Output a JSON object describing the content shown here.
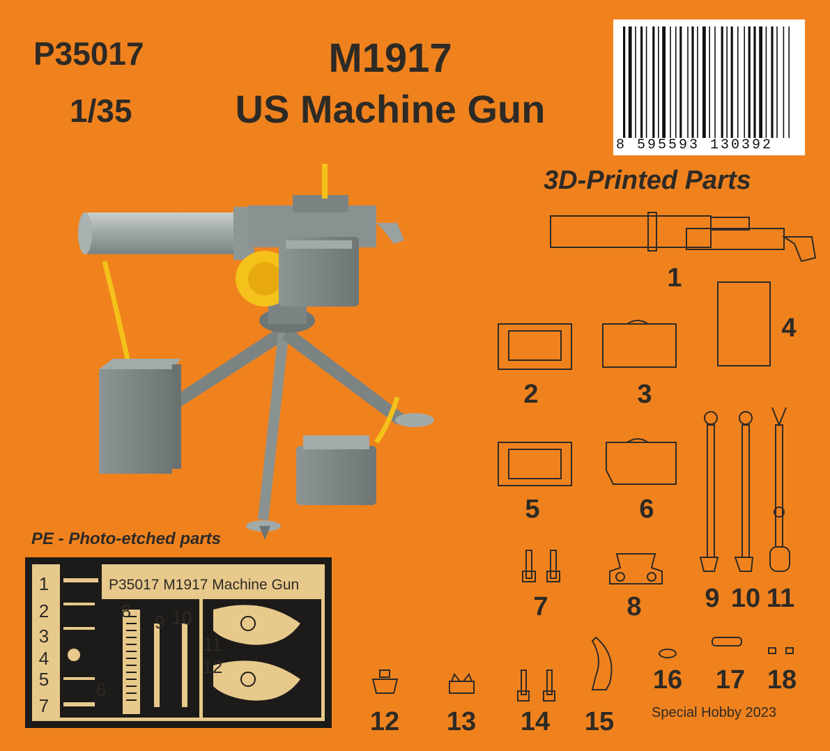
{
  "product": {
    "code": "P35017",
    "scale": "1/35",
    "title_line1": "M1917",
    "title_line2": "US Machine Gun"
  },
  "barcode": {
    "digits": "8 595593 130392"
  },
  "sections": {
    "printed": "3D-Printed Parts",
    "pe": "PE - Photo-etched parts"
  },
  "printed_parts": [
    "1",
    "2",
    "3",
    "4",
    "5",
    "6",
    "7",
    "8",
    "9",
    "10",
    "11",
    "12",
    "13",
    "14",
    "15",
    "16",
    "17",
    "18"
  ],
  "pe_sheet": {
    "title": "P35017  M1917 Machine Gun",
    "parts": [
      "1",
      "2",
      "3",
      "4",
      "5",
      "6",
      "7",
      "8",
      "9",
      "10",
      "11",
      "12"
    ]
  },
  "credit": "Special Hobby 2023",
  "colors": {
    "background": "#f0821e",
    "text": "#2e2a25",
    "pe_brass": "#e8c98c",
    "gun_gray": "#9aa0a0",
    "strap_yellow": "#f4c21a"
  }
}
